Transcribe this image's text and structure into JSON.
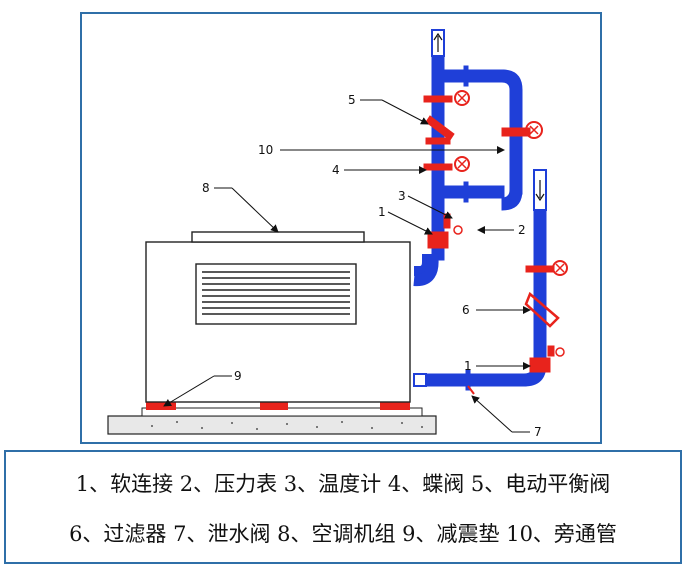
{
  "callouts": {
    "c1a": "1",
    "c1b": "1",
    "c2": "2",
    "c3": "3",
    "c4": "4",
    "c5": "5",
    "c6": "6",
    "c7": "7",
    "c8": "8",
    "c9": "9",
    "c10": "10"
  },
  "legend": {
    "row1": "1、软连接 2、压力表 3、温度计 4、蝶阀 5、电动平衡阀",
    "row2": "6、过滤器 7、泄水阀 8、空调机组 9、减震垫 10、旁通管"
  },
  "colors": {
    "frame": "#2f6fa8",
    "pipe": "#1f3fd8",
    "fitting": "#e8231c",
    "line": "#111111"
  }
}
